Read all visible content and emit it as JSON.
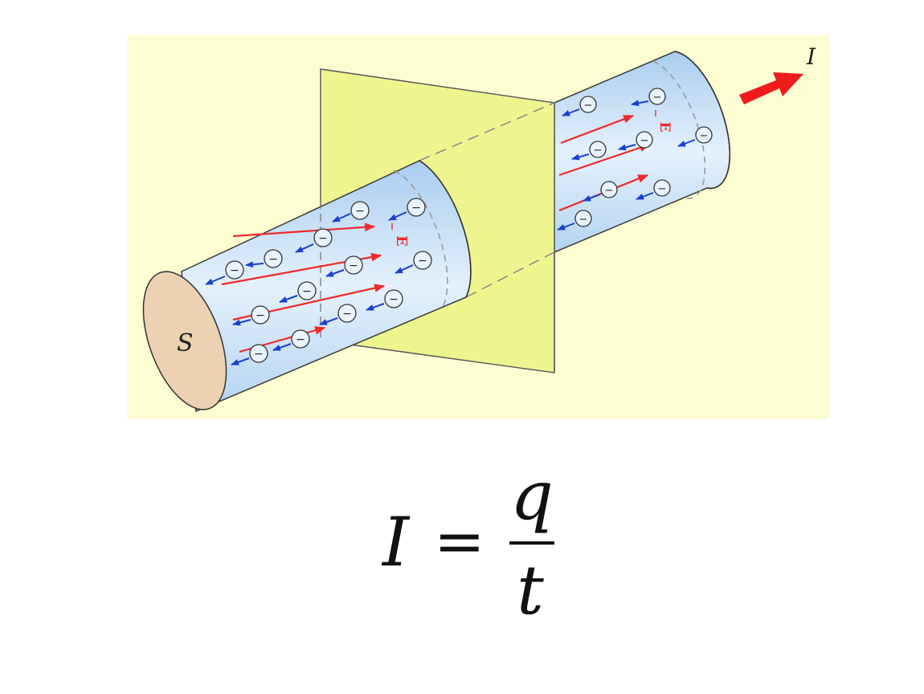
{
  "diagram": {
    "cross_section_label": "S",
    "field_label": "E",
    "current_label": "I",
    "electron_sign": "−"
  },
  "formula": {
    "lhs": "I",
    "equals": "=",
    "numerator": "q",
    "denominator": "t"
  },
  "colors": {
    "background_panel": "#fdfdd2",
    "plane": "#eef58e",
    "wire_fill": "#c4def4",
    "end_cap": "#ecd2b2",
    "field_arrow": "#ee2a2a",
    "electron_arrow": "#1b3fd0",
    "current_arrow": "#ee1c1c"
  },
  "icons": {
    "electron": "circled-minus-icon",
    "field_arrow": "red-arrow-icon",
    "drift_arrow": "blue-arrow-icon",
    "current_arrow": "thick-red-arrow-icon"
  }
}
